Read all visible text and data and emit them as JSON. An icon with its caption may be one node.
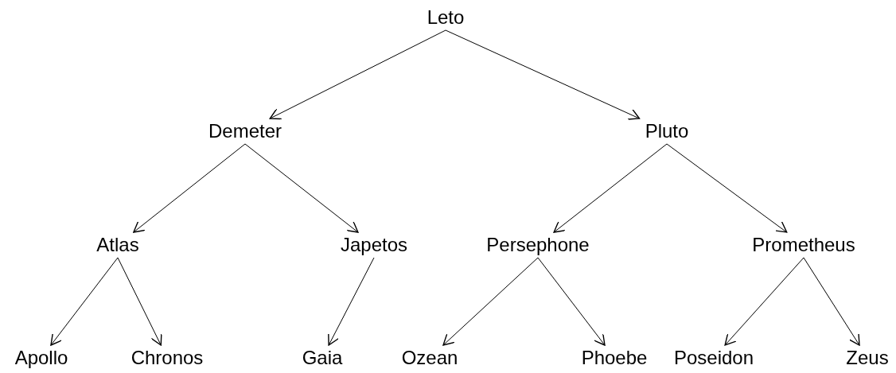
{
  "diagram": {
    "nodes": [
      {
        "text": [
          "Leto"
        ]
      },
      {
        "text": [
          "Demeter"
        ]
      },
      {
        "text": [
          "Pluto"
        ]
      },
      {
        "text": [
          "Atlas"
        ]
      },
      {
        "text": [
          "Japetos"
        ]
      },
      {
        "text": [
          "Persephone"
        ]
      },
      {
        "text": [
          "Prometheus"
        ]
      },
      {
        "text": [
          "Apollo"
        ]
      },
      {
        "text": [
          "Chronos"
        ]
      },
      {
        "text": [
          "Gaia"
        ]
      },
      {
        "text": [
          "Ozean"
        ]
      },
      {
        "text": [
          "Phoebe"
        ]
      },
      {
        "text": [
          "Poseidon"
        ]
      },
      {
        "text": [
          "Zeus"
        ]
      }
    ],
    "edges": [
      {
        "from": 0,
        "to": 1,
        "arrow": "to"
      },
      {
        "from": 0,
        "to": 2,
        "arrow": "to"
      },
      {
        "from": 1,
        "to": 3,
        "arrow": "to"
      },
      {
        "from": 1,
        "to": 4,
        "arrow": "to"
      },
      {
        "from": 2,
        "to": 5,
        "arrow": "to"
      },
      {
        "from": 2,
        "to": 6,
        "arrow": "to"
      },
      {
        "from": 3,
        "to": 7,
        "arrow": "to"
      },
      {
        "from": 3,
        "to": 8,
        "arrow": "to"
      },
      {
        "from": 4,
        "to": 9,
        "arrow": "to"
      },
      {
        "from": 5,
        "to": 10,
        "arrow": "to"
      },
      {
        "from": 5,
        "to": 11,
        "arrow": "to"
      },
      {
        "from": 6,
        "to": 12,
        "arrow": "to"
      },
      {
        "from": 6,
        "to": 13,
        "arrow": "to"
      }
    ]
  }
}
